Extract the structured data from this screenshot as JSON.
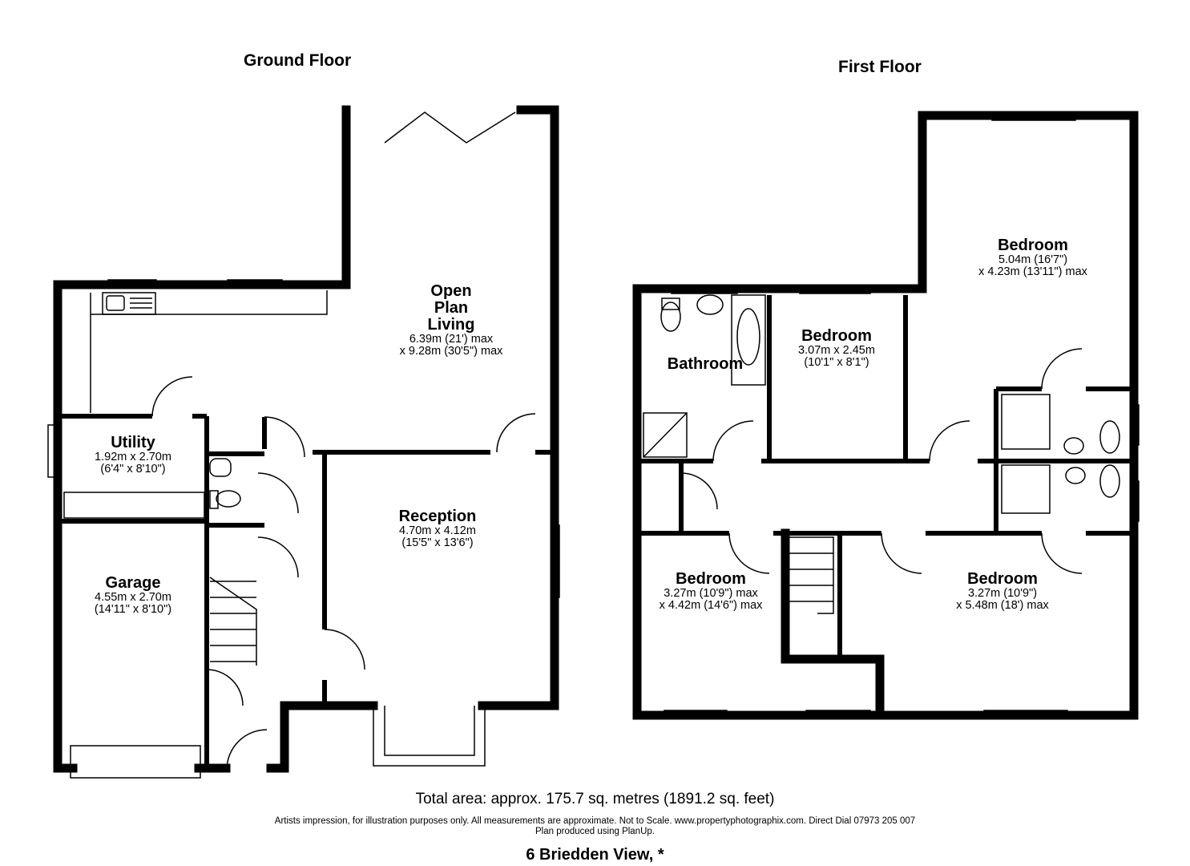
{
  "floors": {
    "ground": {
      "title": "Ground Floor"
    },
    "first": {
      "title": "First Floor"
    }
  },
  "rooms": {
    "open_plan": {
      "name_lines": [
        "Open",
        "Plan",
        "Living"
      ],
      "dim1": "6.39m (21') max",
      "dim2": "x 9.28m (30'5\") max"
    },
    "utility": {
      "name": "Utility",
      "dim1": "1.92m x 2.70m",
      "dim2": "(6'4\" x 8'10\")"
    },
    "reception": {
      "name": "Reception",
      "dim1": "4.70m x 4.12m",
      "dim2": "(15'5\" x 13'6\")"
    },
    "garage": {
      "name": "Garage",
      "dim1": "4.55m x 2.70m",
      "dim2": "(14'11\" x 8'10\")"
    },
    "bedroom_master": {
      "name": "Bedroom",
      "dim1": "5.04m (16'7\")",
      "dim2": "x 4.23m (13'11\") max"
    },
    "bathroom": {
      "name": "Bathroom"
    },
    "bedroom_small": {
      "name": "Bedroom",
      "dim1": "3.07m x 2.45m",
      "dim2": "(10'1\" x 8'1\")"
    },
    "bedroom_left": {
      "name": "Bedroom",
      "dim1": "3.27m (10'9\") max",
      "dim2": "x 4.42m (14'6\") max"
    },
    "bedroom_right": {
      "name": "Bedroom",
      "dim1": "3.27m (10'9\")",
      "dim2": "x 5.48m (18') max"
    }
  },
  "footer": {
    "total_area": "Total area: approx. 175.7 sq. metres (1891.2 sq. feet)",
    "disclaimer": "Artists impression, for illustration purposes only. All measurements are approximate. Not to Scale. www.propertyphotographix.com. Direct Dial 07973 205 007",
    "produced": "Plan produced using PlanUp.",
    "address": "6 Briedden View, *"
  }
}
